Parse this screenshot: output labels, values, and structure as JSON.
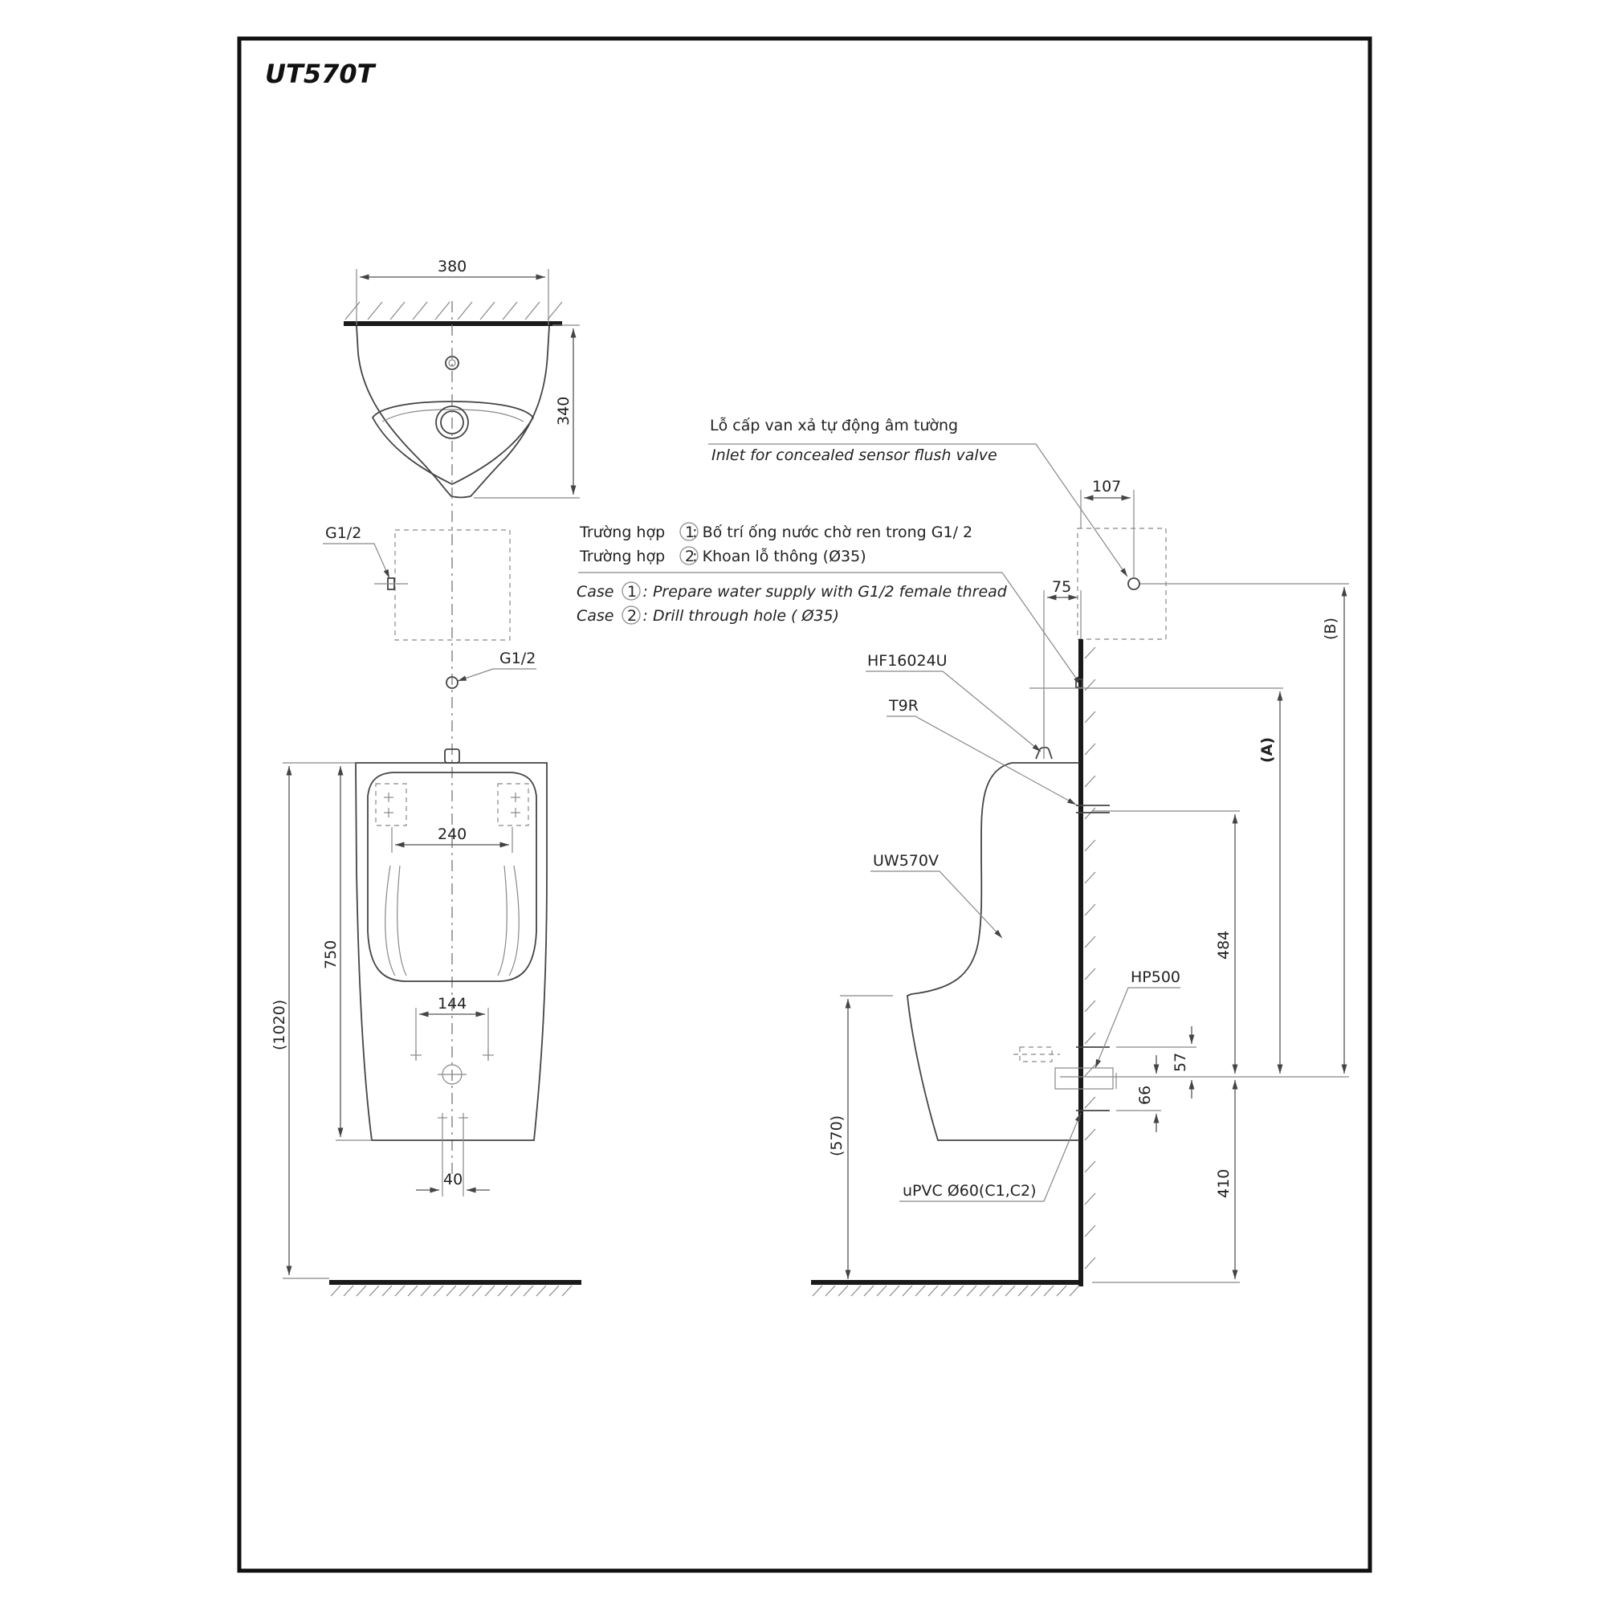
{
  "title": "UT570T",
  "dimensions": {
    "top_width": "380",
    "top_depth": "340",
    "inner_width": "240",
    "height_750": "750",
    "height_1020": "(1020)",
    "width_144": "144",
    "width_40": "40",
    "offset_107": "107",
    "offset_75": "75",
    "height_484": "484",
    "height_57": "57",
    "height_66": "66",
    "height_410": "410",
    "height_570": "(570)",
    "dim_a": "(A)",
    "dim_b": "(B)"
  },
  "labels": {
    "g12_upper": "G1/2",
    "g12_lower": "G1/2",
    "inlet_vi": "Lỗ cấp van xả tự động âm tường",
    "inlet_en": "Inlet for concealed sensor flush valve",
    "case1_vi_prefix": "Trường hợp",
    "case1_vi_text": ": Bố trí ống nước chờ ren trong G1/ 2",
    "case2_vi_prefix": "Trường hợp",
    "case2_vi_text": ": Khoan lỗ thông (Ø35)",
    "case1_en_prefix": "Case",
    "case1_en_text": ": Prepare water supply with G1/2 female thread",
    "case2_en_prefix": "Case",
    "case2_en_text": ": Drill through hole ( Ø35)",
    "circle_1": "1",
    "circle_2": "2",
    "part_hf": "HF16024U",
    "part_t9r": "T9R",
    "part_uw": "UW570V",
    "part_hp": "HP500",
    "part_upvc": "uPVC Ø60(C1,C2)"
  }
}
